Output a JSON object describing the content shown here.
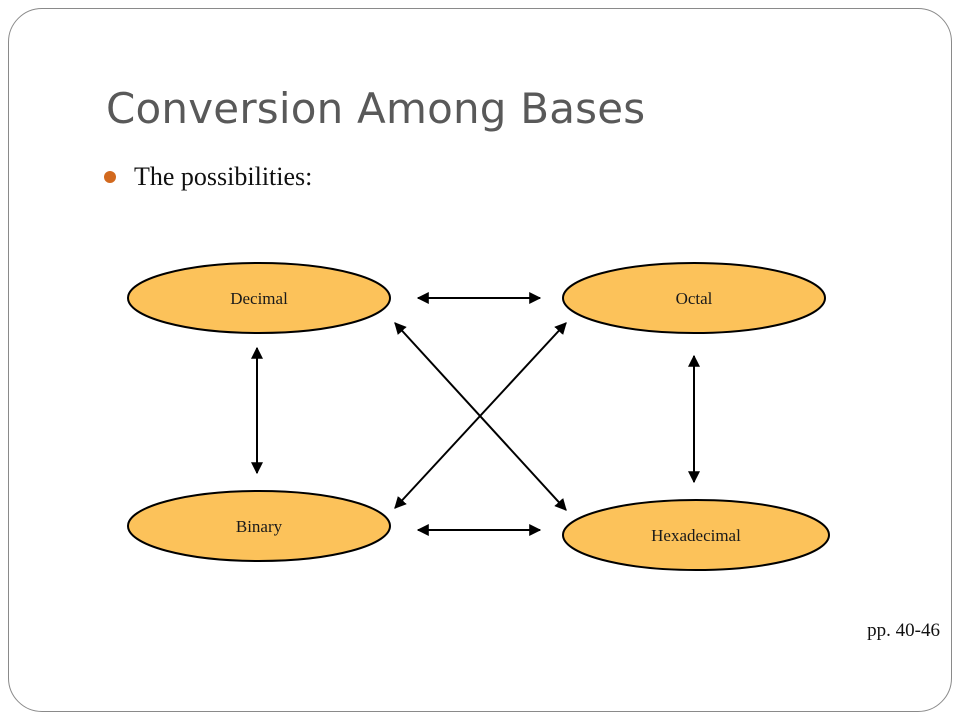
{
  "slide": {
    "title": "Conversion Among Bases",
    "bullet": "The possibilities:",
    "page_ref": "pp. 40-46"
  },
  "diagram": {
    "nodes": {
      "decimal": "Decimal",
      "octal": "Octal",
      "binary": "Binary",
      "hexadecimal": "Hexadecimal"
    },
    "colors": {
      "node_fill": "#fcc25a",
      "node_stroke": "#000000",
      "bullet": "#d2691e"
    }
  }
}
